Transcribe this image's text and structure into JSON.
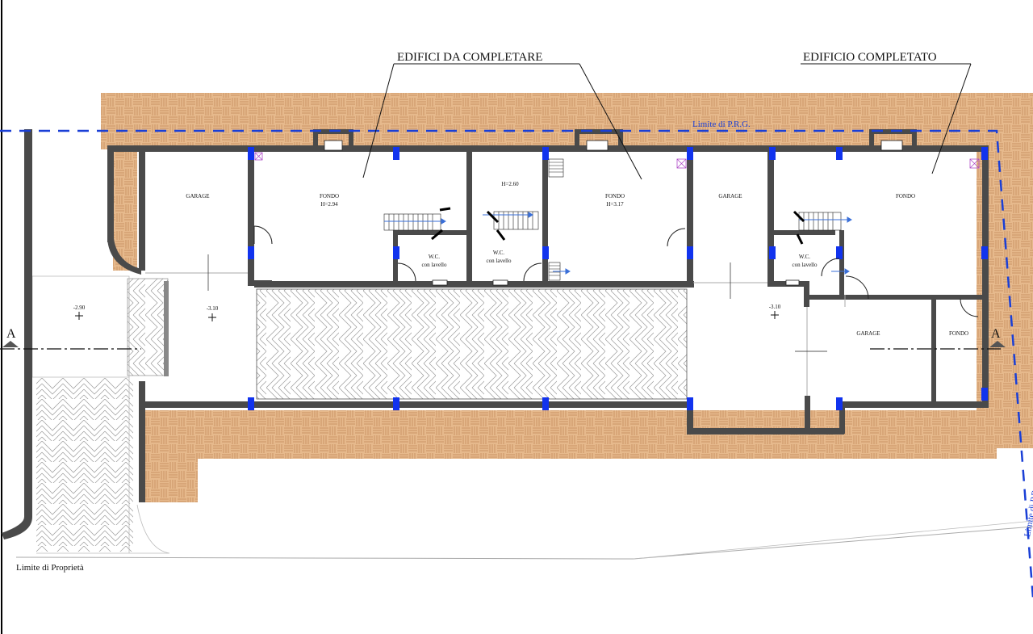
{
  "annotations": {
    "edifici_da_completare": "EDIFICI DA COMPLETARE",
    "edificio_completato": "EDIFICIO COMPLETATO"
  },
  "limits": {
    "prg_label": "Limite di P.R.G.",
    "property_label": "Limite di Proprietà"
  },
  "rooms": [
    {
      "name": "GARAGE"
    },
    {
      "name": "FONDO",
      "height": "H=2.94"
    },
    {
      "name": "H=2.60"
    },
    {
      "name": "FONDO",
      "height": "H=3.17"
    },
    {
      "name": "GARAGE"
    },
    {
      "name": "FONDO"
    },
    {
      "name": "W.C.",
      "note": "con lavello"
    },
    {
      "name": "W.C.",
      "note": "con lavello"
    },
    {
      "name": "W.C.",
      "note": "con lavello"
    },
    {
      "name": "GARAGE"
    },
    {
      "name": "FONDO"
    }
  ],
  "levels": [
    "-2.90",
    "-3.10",
    "-3.10"
  ],
  "section_markers": [
    "A",
    "A"
  ],
  "colors": {
    "brick": "#e6b98c",
    "brick_line": "#b97a4a",
    "wall": "#4a4a4a",
    "column": "#1133ee",
    "prg_line": "#1a3fd6",
    "hatch": "#9a9a9a",
    "stair": "#3a6fd8"
  }
}
